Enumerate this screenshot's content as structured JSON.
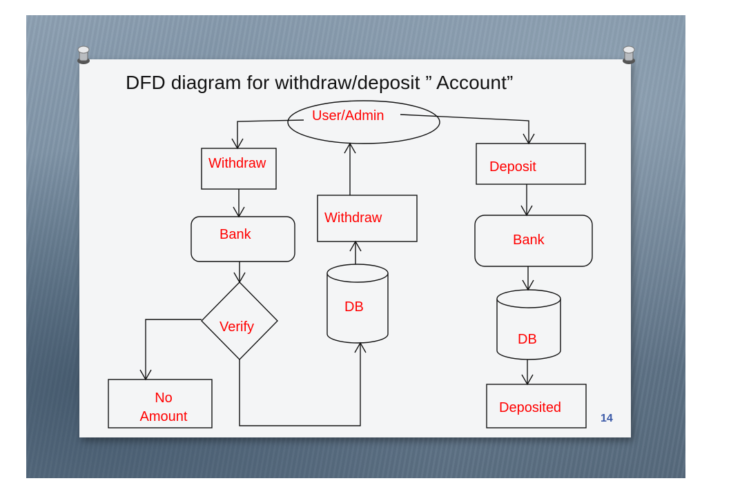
{
  "slide": {
    "title": "DFD diagram for withdraw/deposit ” Account”",
    "page_number": "14"
  },
  "nodes": {
    "user_admin": "User/Admin",
    "withdraw_left": "Withdraw",
    "bank_left": "Bank",
    "verify": "Verify",
    "no_amount_line1": "No",
    "no_amount_line2": "Amount",
    "db_middle": "DB",
    "withdraw_middle": "Withdraw",
    "deposit": "Deposit",
    "bank_right": "Bank",
    "db_right": "DB",
    "deposited": "Deposited"
  },
  "colors": {
    "label_text": "#ff0000",
    "line": "#111111",
    "paper": "#f4f5f6",
    "page_number": "#3b5aa8"
  }
}
